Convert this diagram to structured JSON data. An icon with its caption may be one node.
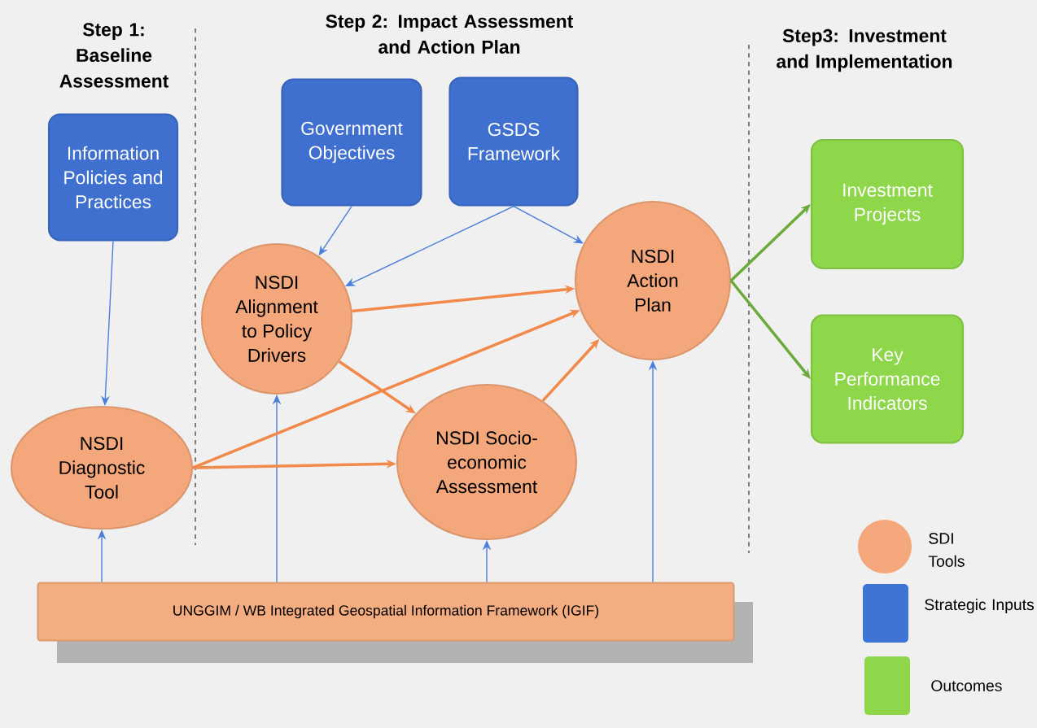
{
  "diagram": {
    "nodes": [
      {
        "text": [
          "Information Policies and Practices"
        ]
      },
      {
        "text": [
          "Government Objectives"
        ]
      },
      {
        "text": [
          "GSDS Framework"
        ]
      },
      {
        "text": [
          "NSDI Diagnostic Tool"
        ]
      },
      {
        "text": [
          "NSDI Alignment to Policy Drivers"
        ]
      },
      {
        "text": [
          "NSDI Socio-economic Assessment"
        ]
      },
      {
        "text": [
          "NSDI Action Plan"
        ]
      },
      {
        "text": [
          "Investment Projects"
        ]
      },
      {
        "text": [
          "Key Performance Indicators"
        ]
      },
      {
        "text": [
          "UNGGIM / WB Integrated Geospatial Information Framework (IGIF)"
        ]
      }
    ],
    "edges": [
      {
        "from": 0,
        "to": 3,
        "arrow": "to"
      },
      {
        "from": 1,
        "to": 4,
        "arrow": "to"
      },
      {
        "from": 2,
        "to": 4,
        "arrow": "to"
      },
      {
        "from": 2,
        "to": 6,
        "arrow": "to"
      },
      {
        "from": 9,
        "to": 3,
        "arrow": "to"
      },
      {
        "from": 9,
        "to": 4,
        "arrow": "to"
      },
      {
        "from": 9,
        "to": 5,
        "arrow": "to"
      },
      {
        "from": 9,
        "to": 6,
        "arrow": "to"
      },
      {
        "from": 4,
        "to": 6,
        "arrow": "to",
        "style": "thick",
        "color": "#f0894a"
      },
      {
        "from": 4,
        "to": 5,
        "arrow": "to",
        "style": "thick",
        "color": "#f0894a"
      },
      {
        "from": 3,
        "to": 6,
        "arrow": "to",
        "style": "thick",
        "color": "#f0894a"
      },
      {
        "from": 3,
        "to": 5,
        "arrow": "to",
        "style": "thick",
        "color": "#f0894a"
      },
      {
        "from": 5,
        "to": 6,
        "arrow": "to",
        "style": "thick",
        "color": "#f0894a"
      },
      {
        "from": 6,
        "to": 7,
        "arrow": "to",
        "style": "thick",
        "color": "#6aaa3a"
      },
      {
        "from": 6,
        "to": 8,
        "arrow": "to",
        "style": "thick",
        "color": "#6aaa3a"
      }
    ],
    "labels": [
      "Step 1: Baseline Assessment",
      "Step 2: Impact Assessment and Action Plan",
      "Step3: Investment and Implementation"
    ],
    "legend": [
      {
        "text": "SDI Tools",
        "color": "#f4a77a"
      },
      {
        "text": "Strategic Inputs",
        "color": "#3d74d6"
      },
      {
        "text": "Outcomes",
        "color": "#8ed64a"
      }
    ]
  }
}
